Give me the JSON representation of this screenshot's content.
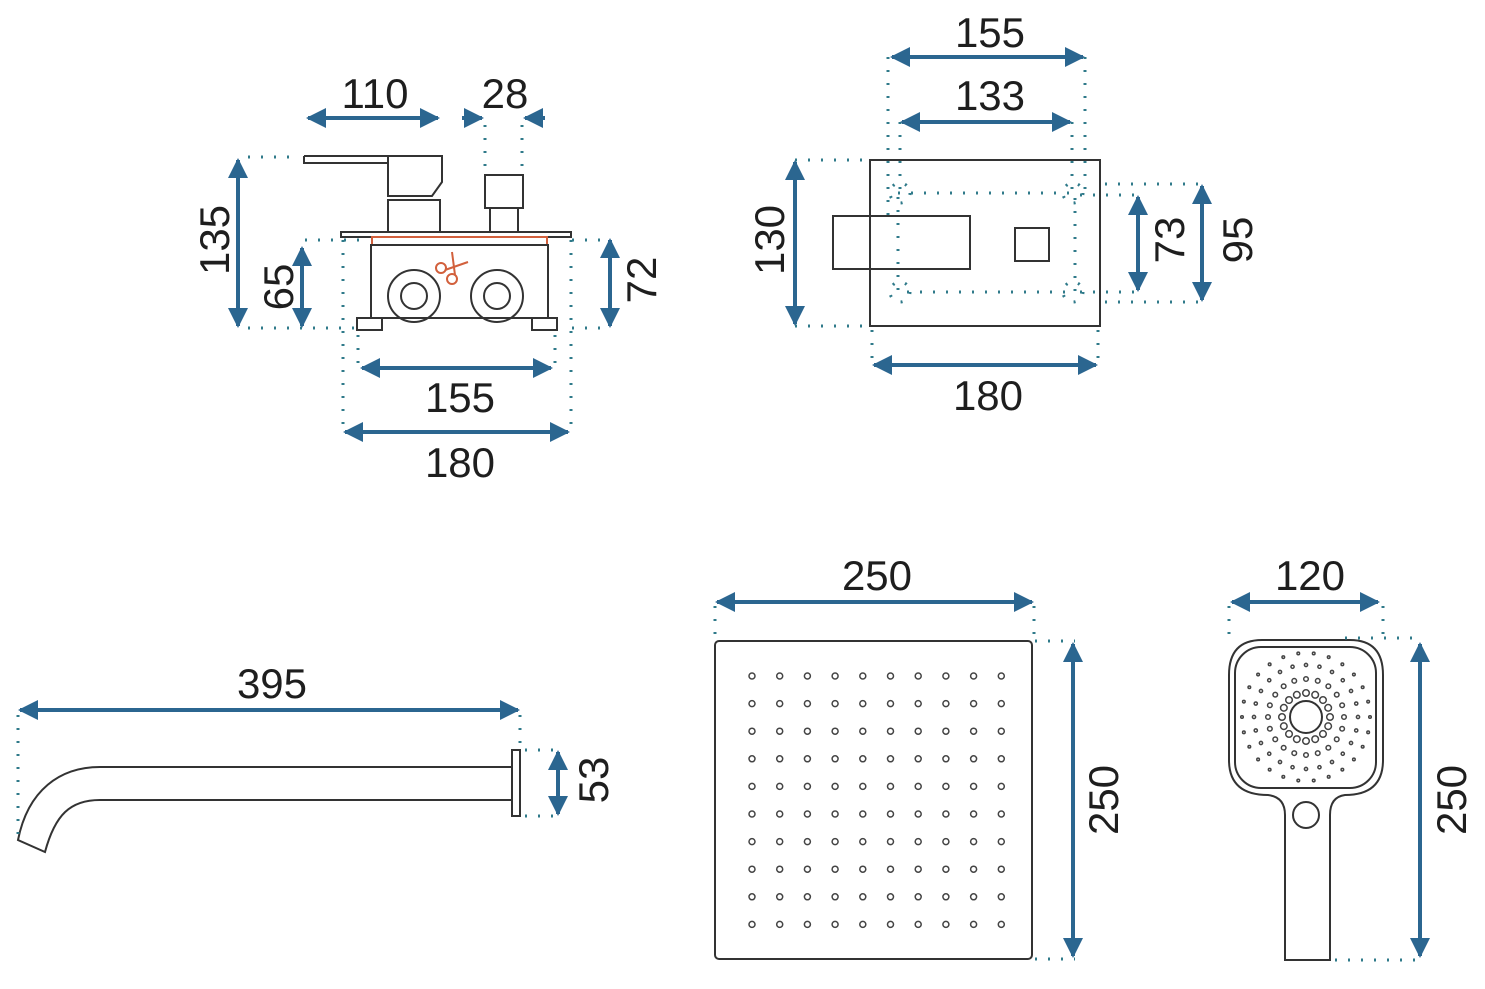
{
  "colors": {
    "arrow": "#2b6690",
    "extension_dots": "#2f7a8a",
    "outline": "#333333",
    "cut_mark": "#d2603c"
  },
  "mixer_side_view": {
    "lever_width": "110",
    "diverter_width": "28",
    "total_height": "135",
    "box_height": "65",
    "box_height_right": "72",
    "box_inner_width": "155",
    "box_outer_width": "180"
  },
  "mixer_front_view": {
    "plate_width_outer": "155",
    "plate_width_inner": "133",
    "plate_height": "130",
    "screw_spacing_v": "73",
    "frame_height": "95",
    "box_width": "180"
  },
  "spout": {
    "length": "395",
    "height": "53"
  },
  "rain_shower": {
    "width": "250",
    "height": "250"
  },
  "hand_shower": {
    "width": "120",
    "length": "250"
  }
}
